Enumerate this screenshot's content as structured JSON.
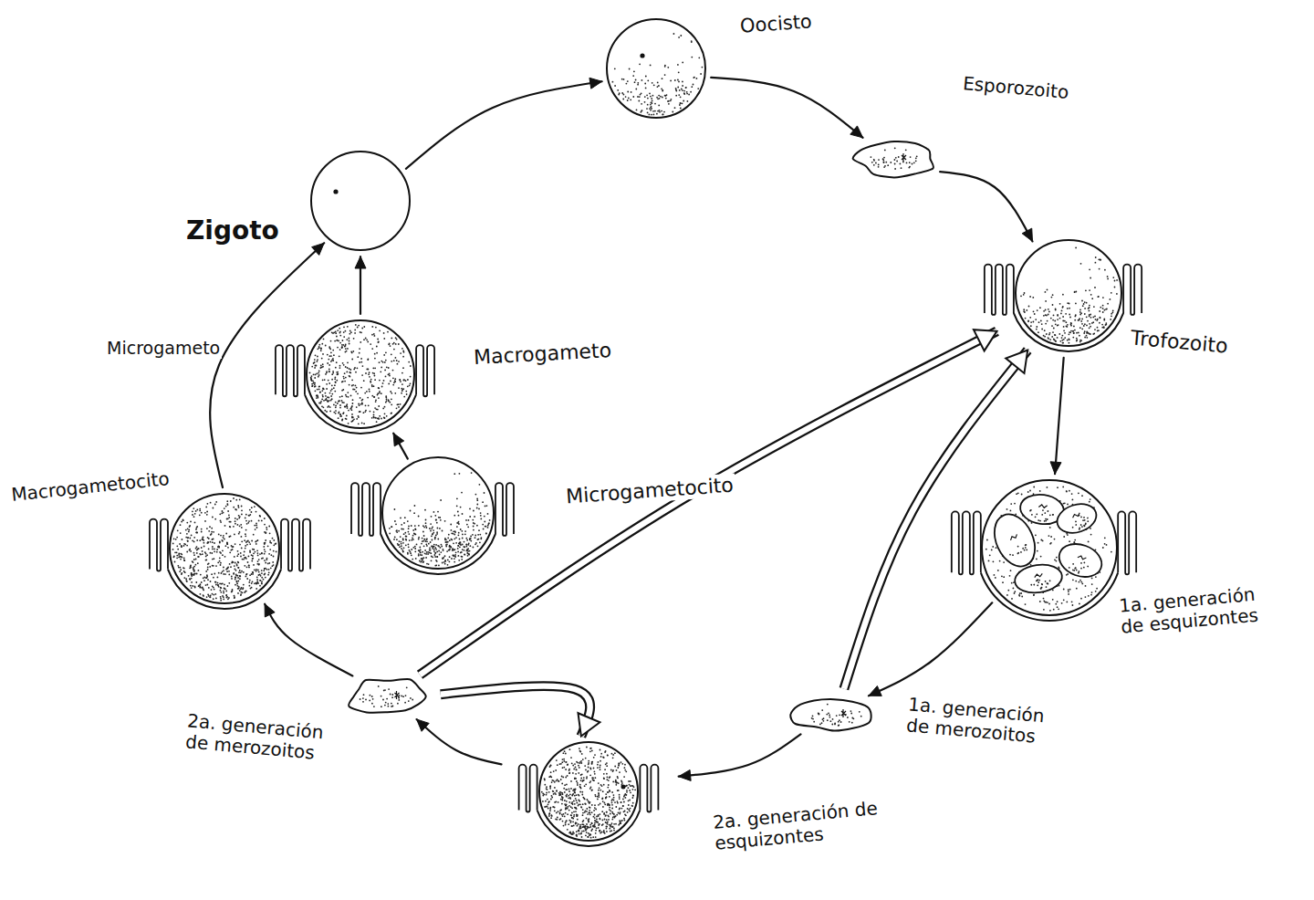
{
  "diagram": {
    "nodes": [
      {
        "text": [
          "Oocisto"
        ]
      },
      {
        "text": [
          "Esporozoito"
        ]
      },
      {
        "text": [
          "Trofozoito"
        ]
      },
      {
        "text": [
          "1a. generación de esquizontes"
        ]
      },
      {
        "text": [
          "1a. generación de merozoitos"
        ]
      },
      {
        "text": [
          "2a. generación de esquizontes"
        ]
      },
      {
        "text": [
          "2a. generación de merozoitos"
        ]
      },
      {
        "text": [
          "Macrogametocito"
        ]
      },
      {
        "text": [
          "Microgametocito"
        ]
      },
      {
        "text": [
          "Macrogameto"
        ]
      },
      {
        "text": [
          "Zigoto"
        ]
      }
    ],
    "edges": [
      {
        "from": 10,
        "to": 0,
        "arrow": "to"
      },
      {
        "from": 0,
        "to": 1,
        "arrow": "to"
      },
      {
        "from": 1,
        "to": 2,
        "arrow": "to"
      },
      {
        "from": 2,
        "to": 3,
        "arrow": "to"
      },
      {
        "from": 3,
        "to": 4,
        "arrow": "to"
      },
      {
        "from": 4,
        "to": 5,
        "arrow": "to"
      },
      {
        "from": 5,
        "to": 6,
        "arrow": "to"
      },
      {
        "from": 6,
        "to": 7,
        "arrow": "to"
      },
      {
        "from": 7,
        "to": 10,
        "label": "Microgameto",
        "arrow": "to"
      },
      {
        "from": 8,
        "to": 9,
        "arrow": "to"
      },
      {
        "from": 9,
        "to": 10,
        "arrow": "to"
      },
      {
        "from": 6,
        "to": 2,
        "arrow": "to"
      },
      {
        "from": 6,
        "to": 5,
        "arrow": "to"
      },
      {
        "from": 4,
        "to": 2,
        "arrow": "to"
      }
    ]
  }
}
